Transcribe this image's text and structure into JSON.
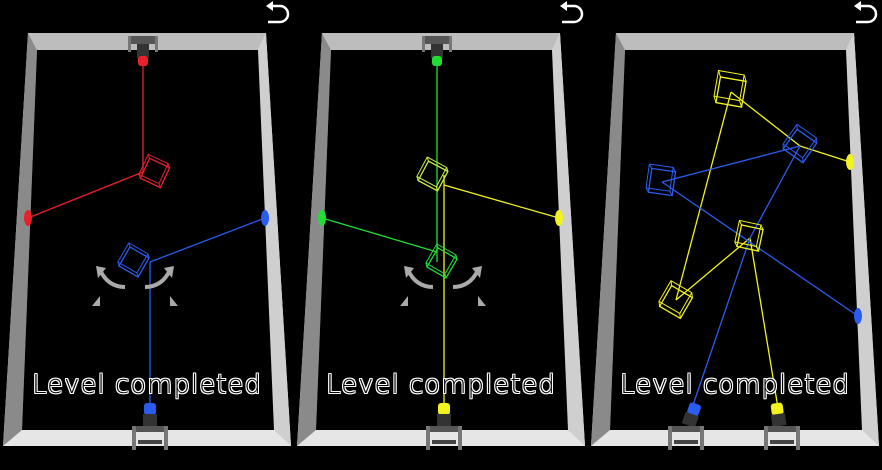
{
  "panels": [
    {
      "status_text": "Level completed"
    },
    {
      "status_text": "Level completed"
    },
    {
      "status_text": "Level completed"
    }
  ],
  "icons": {
    "undo": "undo-icon",
    "rotate": "rotate-arrows-icon",
    "cube": "prism-cube-icon",
    "emitter": "laser-emitter-icon",
    "receiver": "laser-receiver-icon"
  },
  "colors": {
    "red": "#e8202a",
    "green": "#22dd33",
    "blue": "#2a5cf0",
    "yellow": "#f2f21e",
    "frame": "#e6e6e6"
  }
}
